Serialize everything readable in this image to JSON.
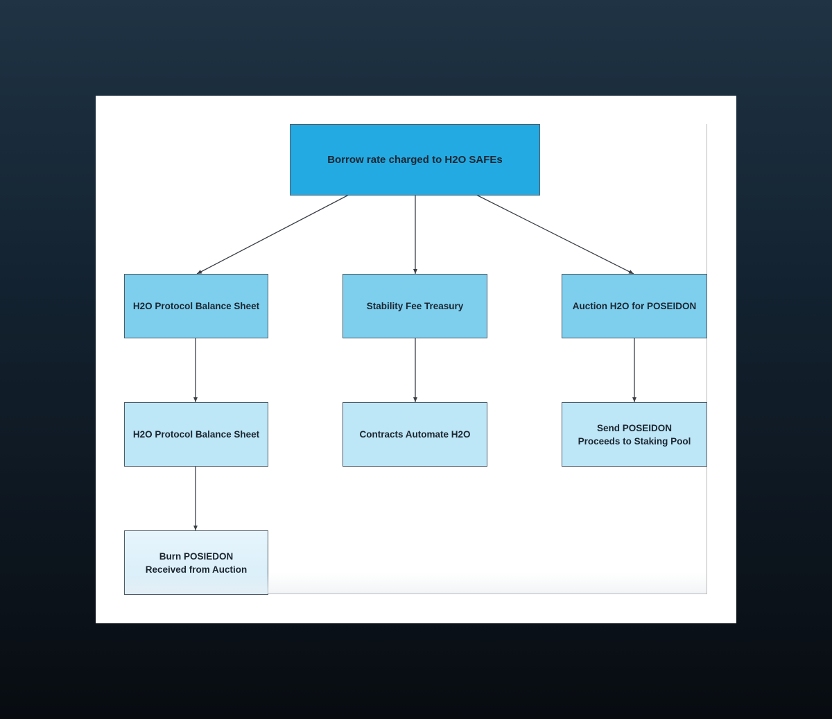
{
  "diagram": {
    "root": {
      "label": "Borrow rate charged to H2O SAFEs"
    },
    "branches": [
      {
        "nodes": [
          {
            "label": "H2O Protocol Balance Sheet"
          },
          {
            "label": "H2O Protocol Balance Sheet"
          },
          {
            "label": "Burn POSIEDON Received from Auction"
          }
        ]
      },
      {
        "nodes": [
          {
            "label": "Stability Fee Treasury"
          },
          {
            "label": "Contracts Automate H2O"
          }
        ]
      },
      {
        "nodes": [
          {
            "label": "Auction H2O for POSEIDON"
          },
          {
            "label": "Send POSEIDON Proceeds to Staking Pool"
          }
        ]
      }
    ],
    "colors": {
      "root_fill": "#24aae2",
      "level1_fill": "#7ecfee",
      "level2_fill": "#bde6f6",
      "level3_fill": "#e7f5fc",
      "border": "#4f5b66",
      "connector": "#3a3f45"
    }
  }
}
